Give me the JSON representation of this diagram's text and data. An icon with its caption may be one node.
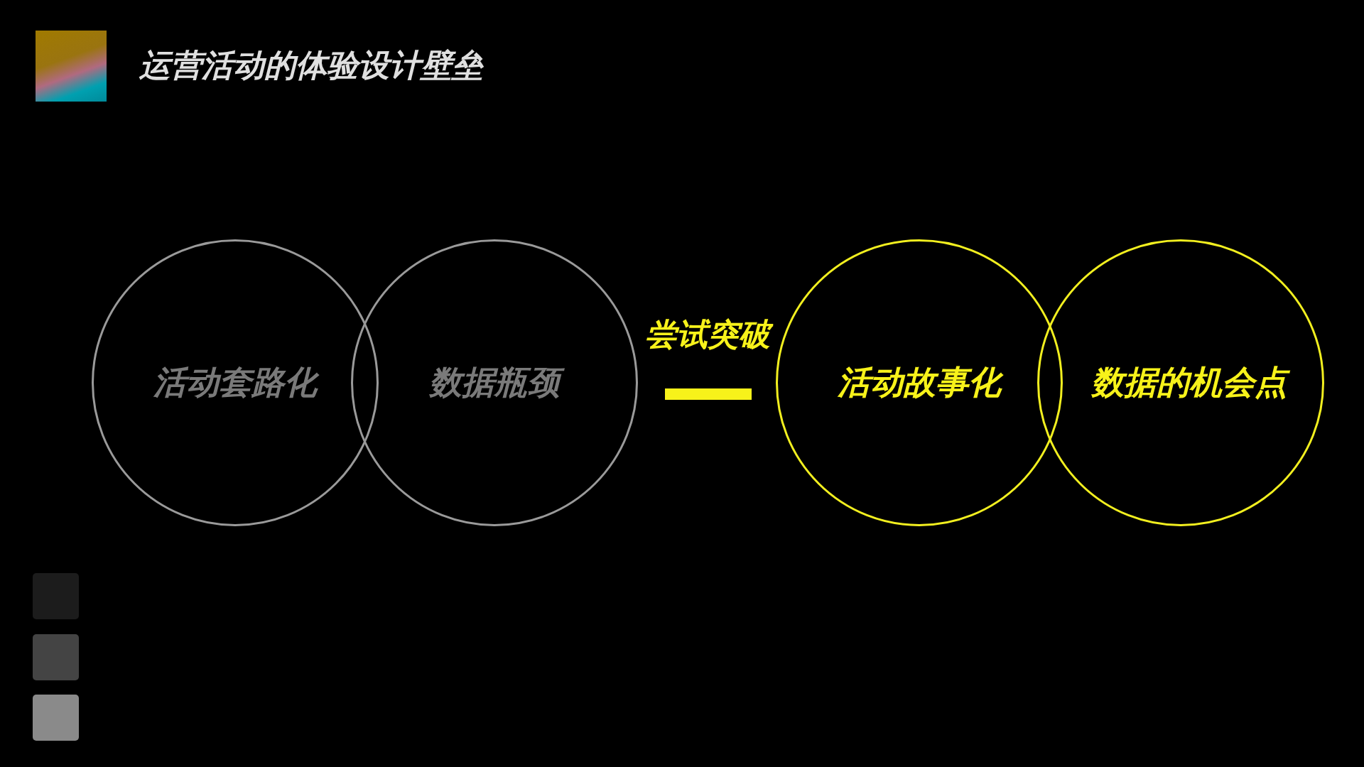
{
  "diagram": {
    "title": "运营活动的体验设计壁垒",
    "nodes": [
      {
        "text": [
          "活动套路化"
        ]
      },
      {
        "text": [
          "数据瓶颈"
        ]
      },
      {
        "text": [
          "活动故事化"
        ]
      },
      {
        "text": [
          "数据的机会点"
        ]
      },
      {
        "text": [],
        "shape": "box"
      },
      {
        "text": [],
        "shape": "bar"
      }
    ],
    "labels": [
      "尝试突破"
    ]
  }
}
